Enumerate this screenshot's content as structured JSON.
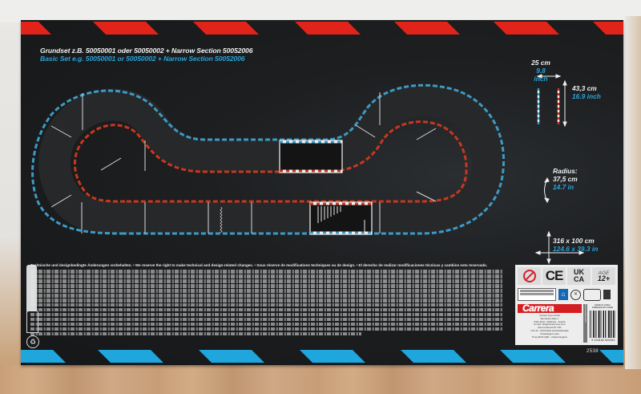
{
  "scene": {
    "description": "Back of Carrera slot-car track box photographed against a wall"
  },
  "header": {
    "title_de": "Grundset z.B. 50050001 oder 50050002 + Narrow Section 50052006",
    "title_en": "Basic Set e.g. 50050001 or 50050002 + Narrow Section 50052006"
  },
  "dimensions": {
    "width_cm": "25 cm",
    "width_in": "9.8 inch",
    "length_cm": "43,3 cm",
    "length_in": "16.9 inch",
    "radius_label": "Radius:",
    "radius_cm": "37,5 cm",
    "radius_in": "14.7 in",
    "layout_cm": "316  x 100 cm",
    "layout_in": "124.6  x 39.3 in"
  },
  "track": {
    "outer_lane_color": "#3d9ac4",
    "inner_lane_color": "#c8381f",
    "surface_color": "#202224",
    "border_white": "#f0f0f0"
  },
  "legal": {
    "headline": "Technische und designbedingte Änderungen vorbehalten. • We reserve the right to make technical and design-related changes. • Sous réserve de modifications techniques ou de design. • El derecho de realizar modificaciones técnicas y cambios esta reservado."
  },
  "label": {
    "ce": "CE",
    "ukca_top": "UK",
    "ukca_bottom": "CA",
    "age_label": "AGE",
    "age_value": "12+",
    "brand": "Carrera",
    "address_lines": [
      "Carrera Toys GmbH",
      "Rennbahn Allee 1",
      "5412 Puch / Salzburg · Austria",
      "E-mail: info@carrera-toys.com",
      "Carrera Revell UK LTD.",
      "Unit 10 · Old Airfield Industrial Estate",
      "Cheddington Lane",
      "Tring HP23 4QR · United Kingdom"
    ],
    "made_in_de": "MADE IN CHINA",
    "made_in_en": "FABRIQUÉ EN CHINE",
    "barcode": "9 003150 520061",
    "vertical_url": "carrera-toys.com"
  },
  "print_code": "2538",
  "colors": {
    "stripe_top": "#e2231a",
    "stripe_bottom": "#1fa6dc",
    "box_bg": "#1b1c1e",
    "accent_blue_text": "#2aa3da"
  }
}
